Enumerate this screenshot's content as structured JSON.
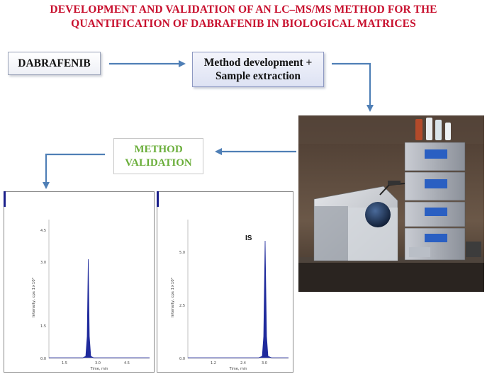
{
  "title": {
    "line1": "DEVELOPMENT AND VALIDATION OF AN LC–MS/MS METHOD FOR THE",
    "line2": "QUANTIFICATION OF DABRAFENIB IN BIOLOGICAL MATRICES"
  },
  "nodes": {
    "dabrafenib": "DABRAFENIB",
    "method_line1": "Method development +",
    "method_line2": "Sample extraction",
    "validation_line1": "METHOD",
    "validation_line2": "VALIDATION"
  },
  "chromatogram_1": {
    "ylabel": "Intensity, cps  1×10³",
    "xlabel": "Time, min",
    "yticks": [
      "4.5",
      "3.0",
      "1.5",
      "0.0"
    ],
    "xticks": [
      "1.5",
      "3.0",
      "4.5"
    ]
  },
  "chromatogram_2": {
    "peak_label": "IS",
    "ylabel": "Intensity, cps  1×10³",
    "xlabel": "Time, min",
    "yticks": [
      "5.0",
      "2.5",
      "0.0"
    ],
    "xticks": [
      "1.2",
      "2.4",
      "3.0"
    ]
  },
  "colors": {
    "title": "#c8102e",
    "arrow": "#4f7fb6",
    "validation_text": "#6aae3a",
    "peak": "#1f2a9c"
  }
}
